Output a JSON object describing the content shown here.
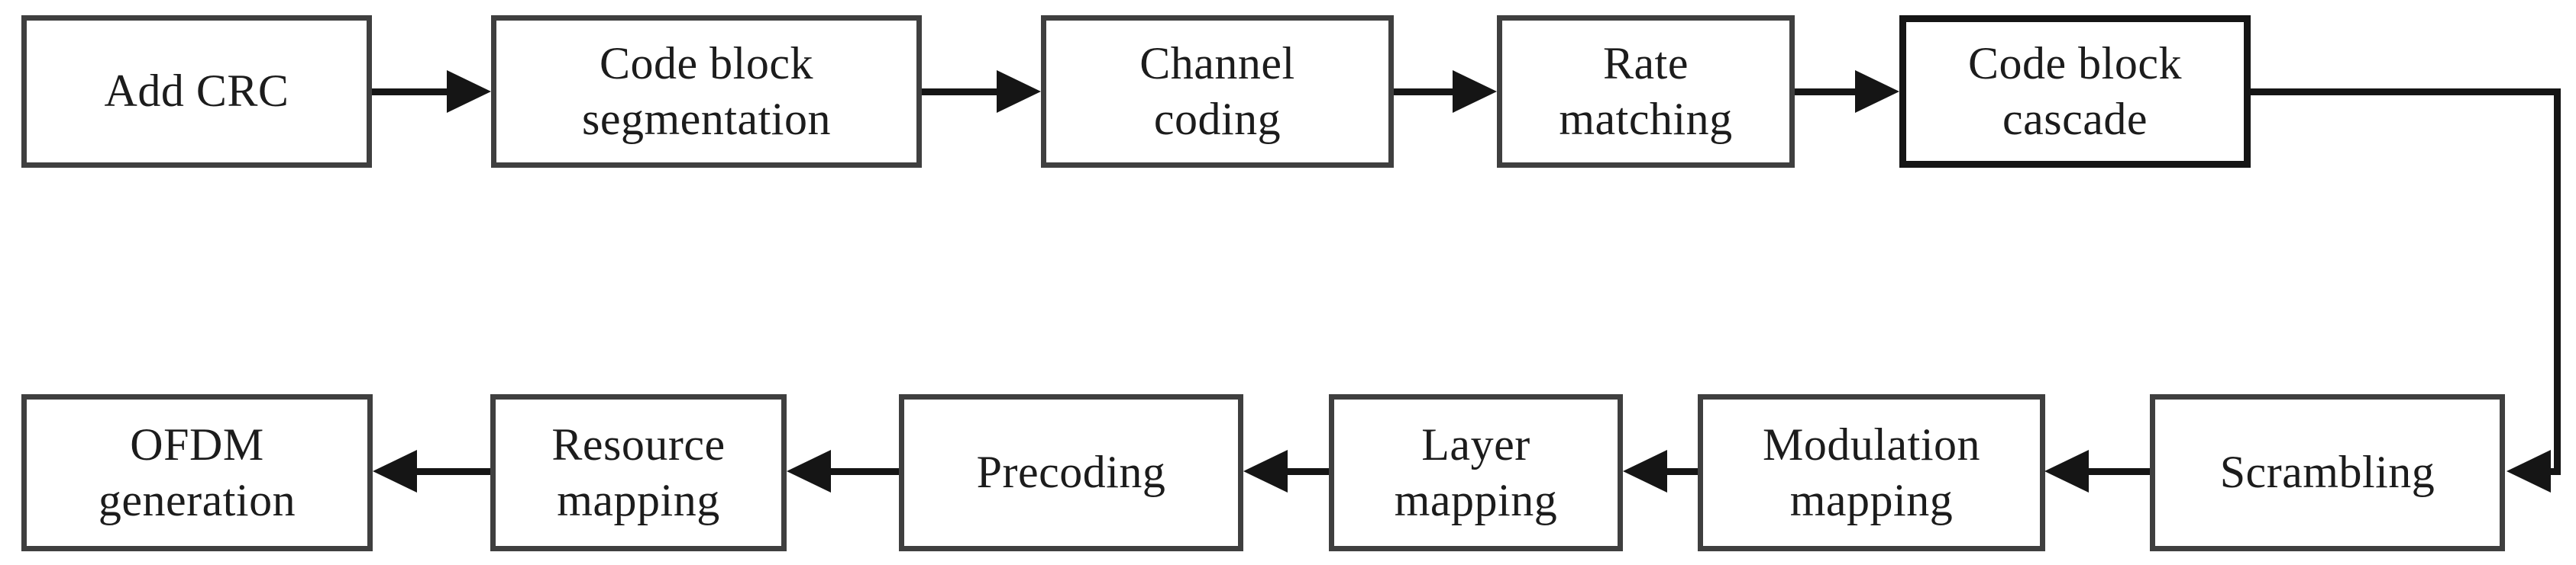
{
  "diagram": {
    "description": "Signal processing chain flow diagram (transmitter physical-layer processing)",
    "colors": {
      "background": "#ffffff",
      "box_border": "#3f3f3f",
      "cascade_box_border": "#151515",
      "arrow": "#151515",
      "text": "#1c1c1c"
    },
    "nodes": [
      {
        "id": "add-crc",
        "label": "Add CRC"
      },
      {
        "id": "code-block-segmentation",
        "label": "Code block\nsegmentation"
      },
      {
        "id": "channel-coding",
        "label": "Channel\ncoding"
      },
      {
        "id": "rate-matching",
        "label": "Rate\nmatching"
      },
      {
        "id": "code-block-cascade",
        "label": "Code block\ncascade"
      },
      {
        "id": "scrambling",
        "label": "Scrambling"
      },
      {
        "id": "modulation-mapping",
        "label": "Modulation\nmapping"
      },
      {
        "id": "layer-mapping",
        "label": "Layer\nmapping"
      },
      {
        "id": "precoding",
        "label": "Precoding"
      },
      {
        "id": "resource-mapping",
        "label": "Resource\nmapping"
      },
      {
        "id": "ofdm-generation",
        "label": "OFDM\ngeneration"
      }
    ],
    "edges": [
      {
        "from": "Add CRC",
        "to": "Code block segmentation"
      },
      {
        "from": "Code block segmentation",
        "to": "Channel coding"
      },
      {
        "from": "Channel coding",
        "to": "Rate matching"
      },
      {
        "from": "Rate matching",
        "to": "Code block cascade"
      },
      {
        "from": "Code block cascade",
        "to": "Scrambling"
      },
      {
        "from": "Scrambling",
        "to": "Modulation mapping"
      },
      {
        "from": "Modulation mapping",
        "to": "Layer mapping"
      },
      {
        "from": "Layer mapping",
        "to": "Precoding"
      },
      {
        "from": "Precoding",
        "to": "Resource mapping"
      },
      {
        "from": "Resource mapping",
        "to": "OFDM generation"
      }
    ]
  }
}
